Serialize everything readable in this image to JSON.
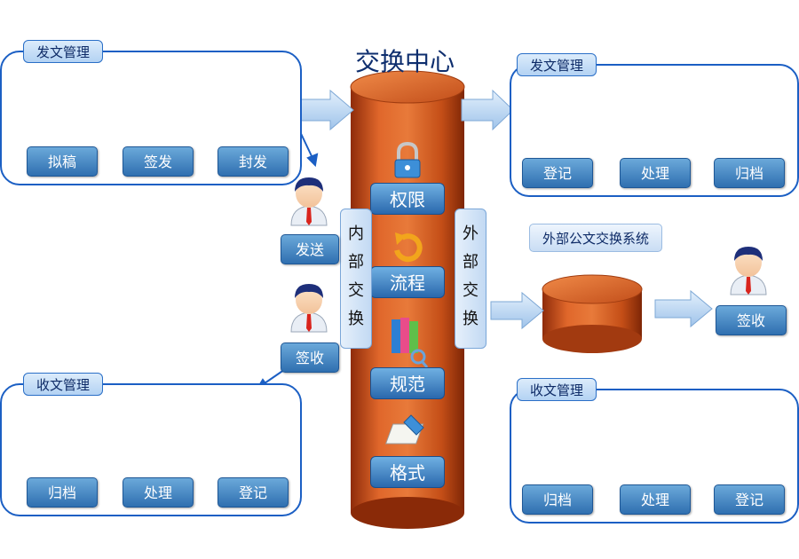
{
  "center": {
    "title": "交换中心",
    "items": [
      "权限",
      "流程",
      "规范",
      "格式"
    ],
    "internal_exchange": [
      "内",
      "部",
      "交",
      "换"
    ],
    "external_exchange": [
      "外",
      "部",
      "交",
      "换"
    ]
  },
  "top_left": {
    "title": "发文管理",
    "labels": [
      "拟稿",
      "签发",
      "封发"
    ]
  },
  "top_right": {
    "title": "发文管理",
    "labels": [
      "登记",
      "处理",
      "归档"
    ]
  },
  "bottom_left": {
    "title": "收文管理",
    "labels": [
      "归档",
      "处理",
      "登记"
    ]
  },
  "bottom_right": {
    "title": "收文管理",
    "labels": [
      "归档",
      "处理",
      "登记"
    ]
  },
  "middle_left": {
    "send": "发送",
    "receive": "签收"
  },
  "external": {
    "title": "外部公文交换系统",
    "receive": "签收"
  },
  "colors": {
    "panel_border": "#1b5fc4",
    "label_blue": "#2f6fb0",
    "cylinder_orange": "#c8501a",
    "arrow_fill": "#b9d6f2"
  }
}
